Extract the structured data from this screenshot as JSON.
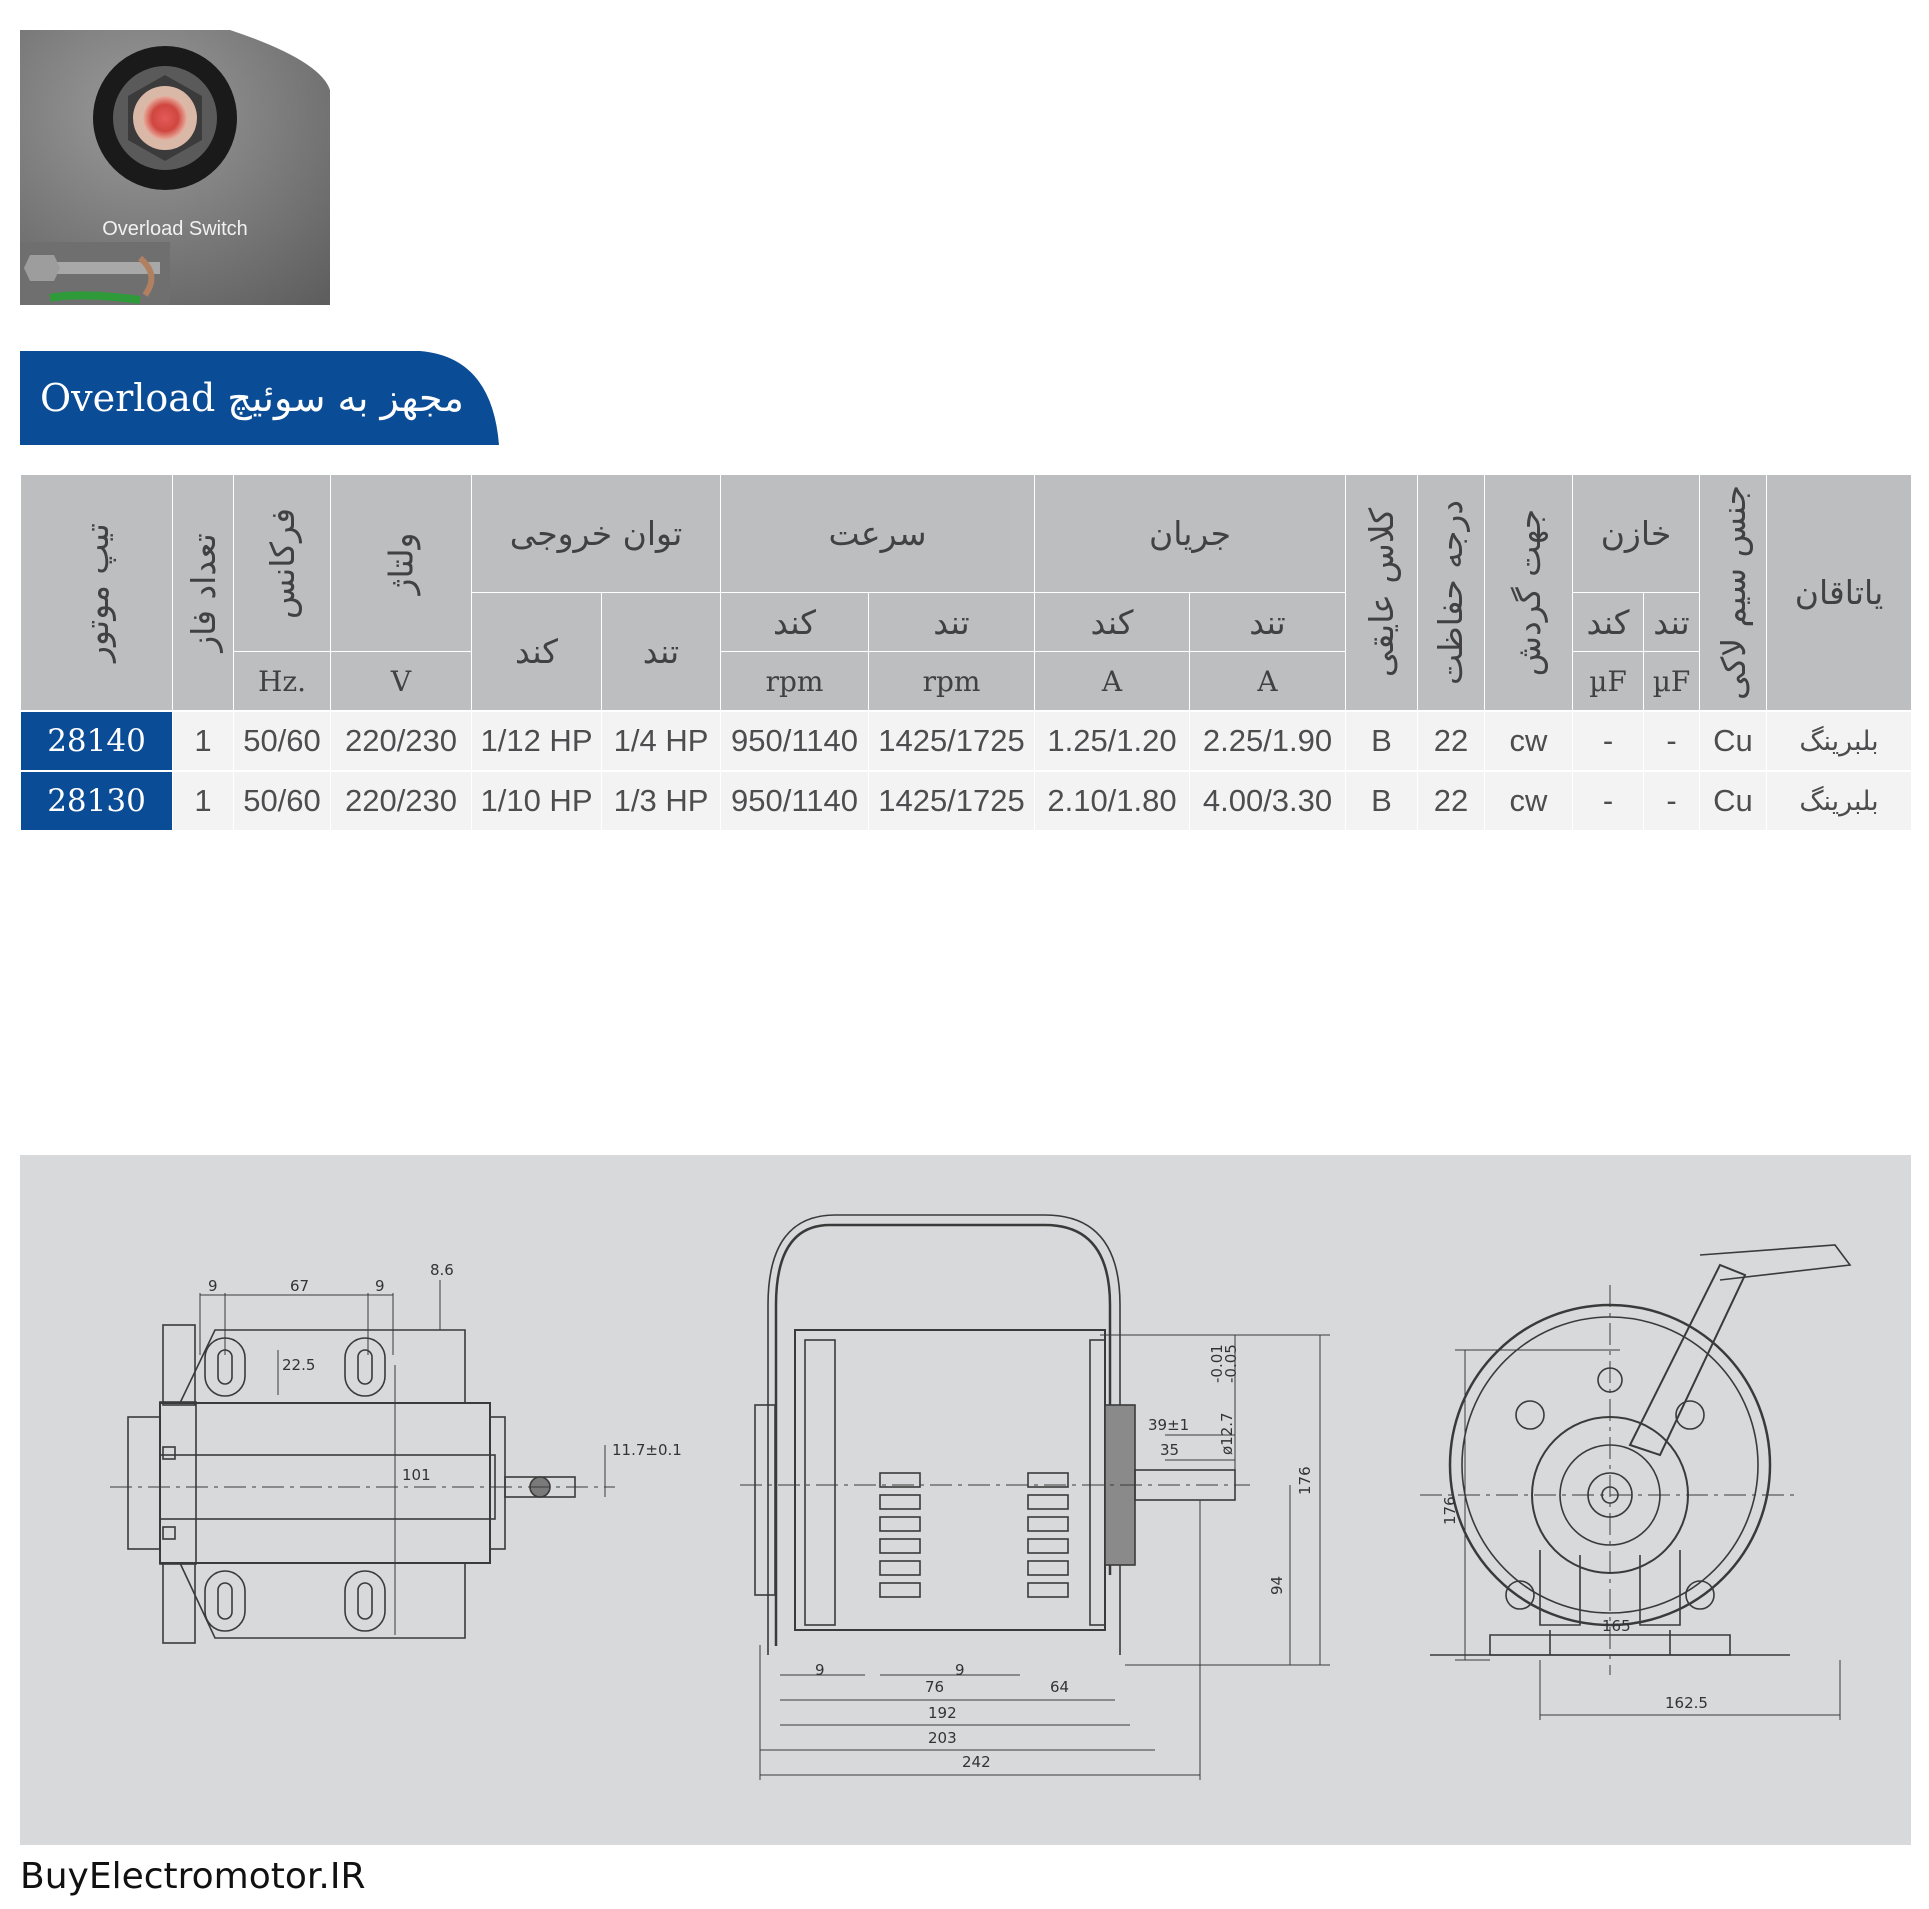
{
  "photo": {
    "caption": "Overload Switch"
  },
  "banner": {
    "title": "Overload مجهز به سوئیچ",
    "color": "#0b4c96"
  },
  "table": {
    "headers": {
      "motor_type": "تیپ موتور",
      "phase_count": "تعداد فاز",
      "frequency": "فرکانس",
      "frequency_unit": "Hz.",
      "voltage": "ولتاژ",
      "voltage_unit": "V",
      "output_power": "توان خروجی",
      "power_low": "کند",
      "power_high": "تند",
      "speed": "سرعت",
      "speed_low": "کند",
      "speed_high": "تند",
      "speed_unit_low": "rpm",
      "speed_unit_high": "rpm",
      "current": "جریان",
      "current_low": "کند",
      "current_high": "تند",
      "current_unit_low": "A",
      "current_unit_high": "A",
      "insulation_class": "کلاس عایقی",
      "protection": "درجه حفاظت",
      "rotation": "جهت گردش",
      "capacitor": "خازن",
      "cap_low": "کند",
      "cap_high": "تند",
      "cap_unit_low": "µF",
      "cap_unit_high": "µF",
      "wire_material": "جنس سیم لاکی",
      "bearing": "یاتاقان"
    },
    "rows": [
      {
        "type": "28140",
        "phase": "1",
        "freq": "50/60",
        "volt": "220/230",
        "power_low": "1/12 HP",
        "power_high": "1/4 HP",
        "speed_low": "950/1140",
        "speed_high": "1425/1725",
        "current_low": "1.25/1.20",
        "current_high": "2.25/1.90",
        "ins": "B",
        "prot": "22",
        "rot": "cw",
        "cap_low": "-",
        "cap_high": "-",
        "wire": "Cu",
        "bearing": "بلبرینگ"
      },
      {
        "type": "28130",
        "phase": "1",
        "freq": "50/60",
        "volt": "220/230",
        "power_low": "1/10 HP",
        "power_high": "1/3 HP",
        "speed_low": "950/1140",
        "speed_high": "1425/1725",
        "current_low": "2.10/1.80",
        "current_high": "4.00/3.30",
        "ins": "B",
        "prot": "22",
        "rot": "cw",
        "cap_low": "-",
        "cap_high": "-",
        "wire": "Cu",
        "bearing": "بلبرینگ"
      }
    ]
  },
  "drawing": {
    "top_view": {
      "d9a": "9",
      "d67": "67",
      "d9b": "9",
      "d86": "8.6",
      "d225": "22.5",
      "d101": "101",
      "d117": "11.7±0.1"
    },
    "side_view": {
      "d39": "39±1",
      "d35": "35",
      "dshaft": "ø12.7",
      "dtol1": "-0.01",
      "dtol2": "-0.05",
      "d176": "176",
      "d94": "94",
      "d9a": "9",
      "d76": "76",
      "d9b": "9",
      "d64": "64",
      "d192": "192",
      "d203": "203",
      "d242": "242"
    },
    "front_view": {
      "d176": "176",
      "d165": "165",
      "d1625": "162.5"
    }
  },
  "footer": {
    "site": "BuyElectromotor.IR"
  }
}
